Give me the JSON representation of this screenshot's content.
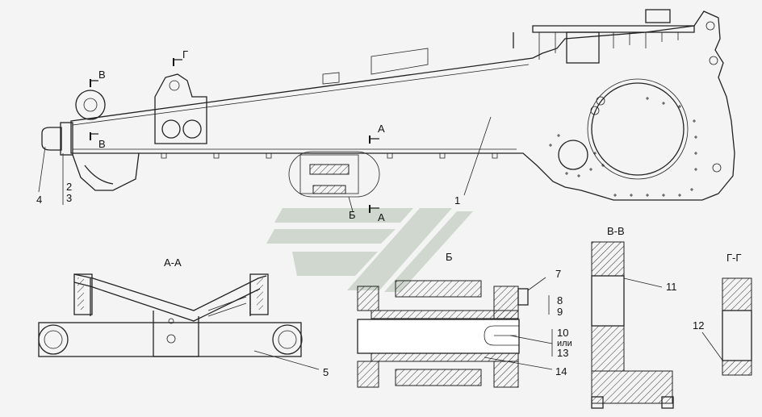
{
  "section_labels": {
    "aa_title": "А-А",
    "b_title": "Б",
    "vv_title": "В-В",
    "gg_title": "Г-Г",
    "cut_a_top": "А",
    "cut_a_bottom": "А",
    "cut_b_top": "В",
    "cut_b_bottom": "В",
    "cut_g": "Г",
    "detail_b": "Б"
  },
  "callouts": {
    "p1": "1",
    "p2": "2",
    "p3": "3",
    "p4": "4",
    "p5": "5",
    "p7": "7",
    "p8": "8",
    "p9": "9",
    "p10": "10",
    "p_or": "или",
    "p13": "13",
    "p11": "11",
    "p12": "12",
    "p14": "14"
  },
  "colors": {
    "line": "#222222",
    "hatch": "#333333",
    "background": "#f4f4f4",
    "watermark": "#c9d2c9"
  }
}
